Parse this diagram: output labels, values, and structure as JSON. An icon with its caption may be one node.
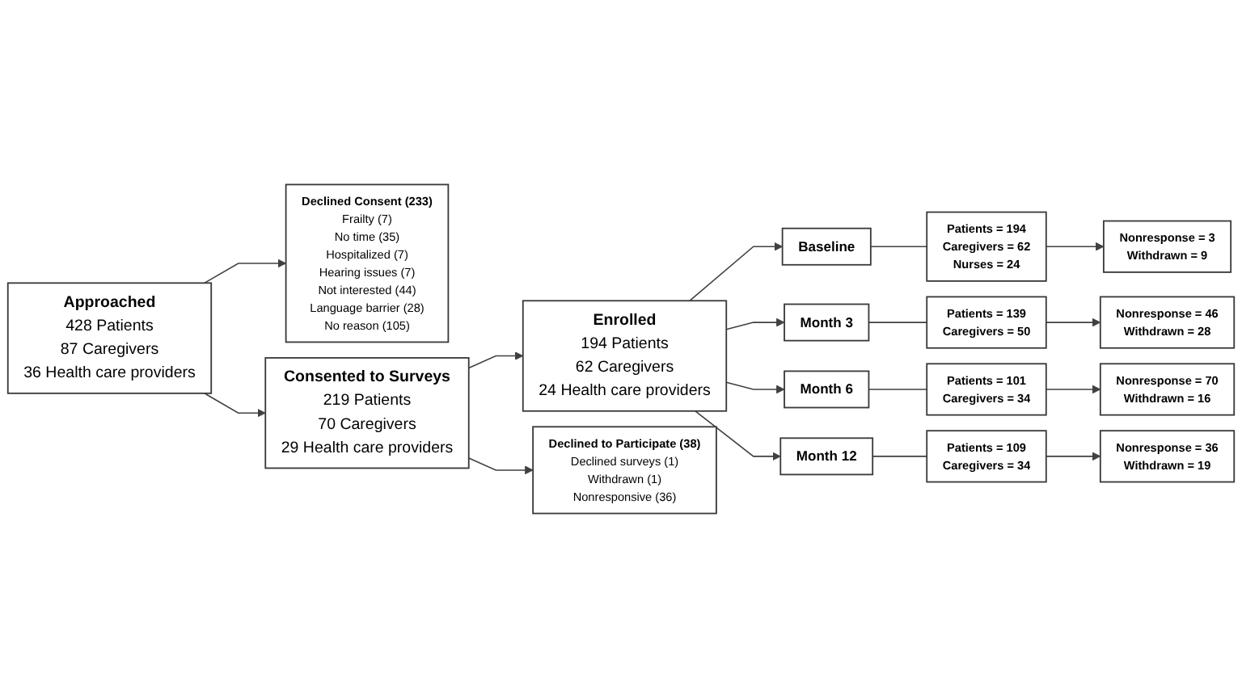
{
  "diagram": {
    "nodes": [
      {
        "text": [
          "Approached",
          "428 Patients",
          "87 Caregivers",
          "36 Health care providers"
        ]
      },
      {
        "text": [
          "Declined Consent (233)",
          "Frailty (7)",
          "No time (35)",
          "Hospitalized (7)",
          "Hearing issues (7)",
          "Not interested (44)",
          "Language barrier (28)",
          "No reason (105)"
        ]
      },
      {
        "text": [
          "Consented to Surveys",
          "219 Patients",
          "70 Caregivers",
          "29 Health care providers"
        ]
      },
      {
        "text": [
          "Declined to Participate (38)",
          "Declined surveys (1)",
          "Withdrawn (1)",
          "Nonresponsive (36)"
        ]
      },
      {
        "text": [
          "Enrolled",
          "194 Patients",
          "62 Caregivers",
          "24 Health care providers"
        ]
      },
      {
        "text": [
          "Baseline"
        ]
      },
      {
        "text": [
          "Patients = 194",
          "Caregivers = 62",
          "Nurses = 24"
        ]
      },
      {
        "text": [
          "Nonresponse = 3",
          "Withdrawn = 9"
        ]
      },
      {
        "text": [
          "Month 3"
        ]
      },
      {
        "text": [
          "Patients = 139",
          "Caregivers = 50"
        ]
      },
      {
        "text": [
          "Nonresponse = 46",
          "Withdrawn = 28"
        ]
      },
      {
        "text": [
          "Month 6"
        ]
      },
      {
        "text": [
          "Patients = 101",
          "Caregivers = 34"
        ]
      },
      {
        "text": [
          "Nonresponse = 70",
          "Withdrawn = 16"
        ]
      },
      {
        "text": [
          "Month 12"
        ]
      },
      {
        "text": [
          "Patients = 109",
          "Caregivers = 34"
        ]
      },
      {
        "text": [
          "Nonresponse = 36",
          "Withdrawn = 19"
        ]
      }
    ],
    "edges": [
      {
        "from": 0,
        "to": 2,
        "arrow": "to"
      },
      {
        "from": 0,
        "to": 1,
        "arrow": "to"
      },
      {
        "from": 2,
        "to": 4,
        "arrow": "to"
      },
      {
        "from": 2,
        "to": 3,
        "arrow": "to"
      },
      {
        "from": 4,
        "to": 5,
        "arrow": "to"
      },
      {
        "from": 4,
        "to": 8,
        "arrow": "to"
      },
      {
        "from": 4,
        "to": 11,
        "arrow": "to"
      },
      {
        "from": 4,
        "to": 14,
        "arrow": "to"
      },
      {
        "from": 5,
        "to": 6,
        "arrow": "none"
      },
      {
        "from": 6,
        "to": 7,
        "arrow": "to"
      },
      {
        "from": 8,
        "to": 9,
        "arrow": "none"
      },
      {
        "from": 9,
        "to": 10,
        "arrow": "to"
      },
      {
        "from": 11,
        "to": 12,
        "arrow": "none"
      },
      {
        "from": 12,
        "to": 13,
        "arrow": "to"
      },
      {
        "from": 14,
        "to": 15,
        "arrow": "none"
      },
      {
        "from": 15,
        "to": 16,
        "arrow": "to"
      }
    ]
  }
}
